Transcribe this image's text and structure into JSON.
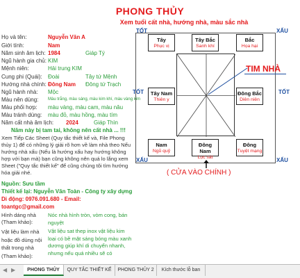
{
  "header": {
    "title": "PHONG THỦY",
    "subtitle": "Xem tuổi cất nhà, hướng nhà, màu sắc nhà"
  },
  "info": {
    "ho_ten_label": "Họ và tên:",
    "ho_ten": "Nguyễn Văn A",
    "gioi_tinh_label": "Giới tính:",
    "gioi_tinh": "Nam",
    "nam_sinh_label": "Năm sinh âm lịch:",
    "nam_sinh": "1984",
    "can_chi": "Giáp Tý",
    "ngu_hanh_gc_label": "Ngũ hành gia chủ:",
    "ngu_hanh_gc": "KIM",
    "menh_nien_label": "Mệnh niên:",
    "menh_nien": "Hải trung KIM",
    "cung_phi_label": "Cung phi (Quái):",
    "cung_phi": "Đoài",
    "cung_phi_note": "Tây tứ Mệnh",
    "huong_nha_label": "Hướng nhà chính:",
    "huong_nha": "Đông Nam",
    "huong_nha_note": "Đông tứ Trạch",
    "ngu_hanh_nha_label": "Ngũ hành nhà:",
    "ngu_hanh_nha": "Mộc",
    "mau_nen_dung_label": "Màu nên dùng:",
    "mau_nen_dung": "Màu trắng, màu sáng, màu kim khí, màu vàng kim",
    "mau_phoi_hop_label": "Màu phối hợp:",
    "mau_phoi_hop": "màu vàng, màu cam, màu nâu",
    "mau_tranh_dung_label": "Màu tránh dùng:",
    "mau_tranh_dung": "màu đỏ, màu hồng, màu tím",
    "nam_cat_nha_label": "Năm cất nhà âm lịch:",
    "nam_cat_nha": "2024",
    "nam_cat_nha_can_chi": "Giáp Thìn",
    "ket_luan": "Năm này bị tam tai, không nên cất nhà ... !!!"
  },
  "paragraph": "Xem Tiếp Các Sheet (Quy tắc thiết kế và, File Phong thủy 1) để có những lý giải rõ hơn về làm nhà theo Nếu hướng nhà xấu (Nếu là hướng xấu hay hướng không hợp với bạn mà) bạn cũng không nên quá lo lắng xem Sheet (\"Quy tắc thiết kế\" để cũng chúng tôi tìm hướng hóa giải nhé.",
  "credits": {
    "source": "Nguồn: Sưu tầm",
    "designer": "Thiết kế lại: Nguyễn Văn Toàn - Công ty xây dựng",
    "phone": "Di động: 0976.091.680  - Email:",
    "email": "toantgc@gmail.com"
  },
  "refs": [
    {
      "label": "Hình dáng nhà (Tham khảo):",
      "value": "Nóc nhà hình tròn, vòm cong, bán nguyệt"
    },
    {
      "label": "Vật liệu làm nhà hoặc đồ dùng nội thất trong nhà (Tham khảo):",
      "value": "Vật liệu sat thep inox vật liệu kim loại có bề mặt sáng bóng màu xanh dương giúp khí di chuyển nhanh, nhưng nếu quá nhiều sẽ có"
    }
  ],
  "compass": {
    "corner_tl": "TỐT",
    "corner_tr": "XẤU",
    "left_label": "TỐT",
    "right_label": "TỐT",
    "corner_bl": "XẤU",
    "corner_br": "XẤU",
    "cells": [
      {
        "key": "tay",
        "name": "Tây",
        "star": "Phục vị"
      },
      {
        "key": "taybac",
        "name": "Tây Bắc",
        "star": "Sanh khí"
      },
      {
        "key": "bac",
        "name": "Bắc",
        "star": "Họa hại"
      },
      {
        "key": "taynam",
        "name": "Tây Nam",
        "star": "Thiên y"
      },
      {
        "key": "dongbac",
        "name": "Đông Bắc",
        "star": "Diên niên"
      },
      {
        "key": "nam",
        "name": "Nam",
        "star": "Ngũ quỷ"
      },
      {
        "key": "dongnam",
        "name": "Đông Nam",
        "star": "Lục sát"
      },
      {
        "key": "dong",
        "name": "Đông",
        "star": "Tuyệt mạng"
      }
    ],
    "tim_nha": "TIM NHÀ",
    "cua_vao": "( CỬA VÀO CHÍNH )"
  },
  "tabs": [
    "PHONG THỦY",
    "QUY TẮC THIẾT KẾ",
    "PHONG THỦY 2",
    "Kích thước lỗ ban"
  ],
  "colors": {
    "accent_red": "#e41a1c",
    "accent_green": "#2a9d3a",
    "accent_blue": "#1e4fa0"
  }
}
